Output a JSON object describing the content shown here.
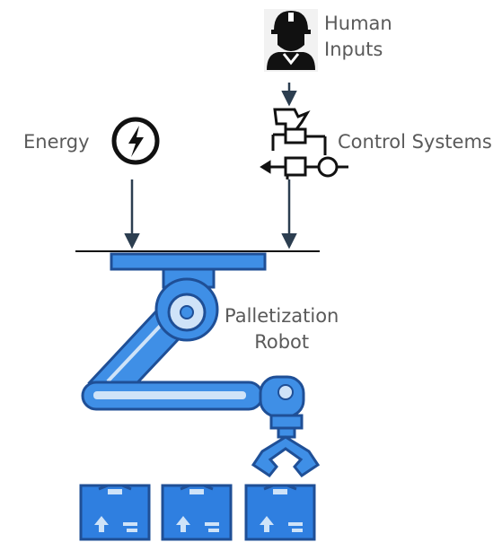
{
  "labels": {
    "human_inputs": "Human\nInputs",
    "energy": "Energy",
    "control_systems": "Control Systems",
    "robot": "Palletization\nRobot"
  },
  "icons": {
    "human": "worker-hardhat-icon",
    "energy": "lightning-bolt-icon",
    "control": "control-system-schematic-icon",
    "robot": "robotic-arm-icon",
    "box": "package-box-icon"
  },
  "colors": {
    "arm_fill": "#3f8fe6",
    "arm_dark": "#1f4f96",
    "arm_light": "#cfe3f8",
    "box_fill": "#2f7fe0",
    "arrow": "#2c3e50",
    "text": "#5a5a5a"
  }
}
